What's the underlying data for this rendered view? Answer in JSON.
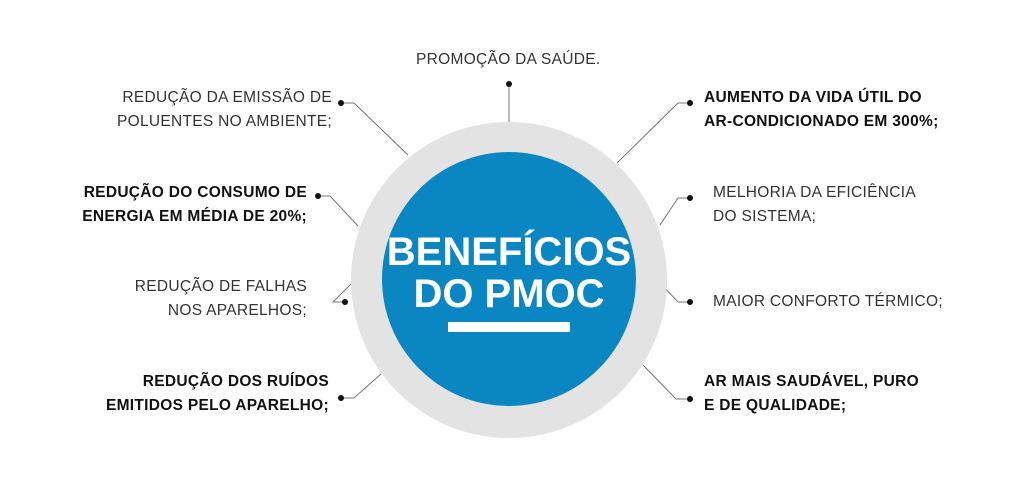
{
  "center": {
    "line1": "BENEFÍCIOS",
    "line2": "DO PMOC"
  },
  "top": {
    "text": "PROMOÇÃO DA SAÚDE."
  },
  "left": [
    {
      "line1": "REDUÇÃO DA EMISSÃO DE",
      "line2": "POLUENTES NO AMBIENTE;"
    },
    {
      "line1": "REDUÇÃO DO CONSUMO DE",
      "line2": "ENERGIA EM MÉDIA DE 20%;"
    },
    {
      "line1": "REDUÇÃO DE FALHAS",
      "line2": "NOS APARELHOS;"
    },
    {
      "line1": "REDUÇÃO DOS RUÍDOS",
      "line2": "EMITIDOS PELO APARELHO;"
    }
  ],
  "right": [
    {
      "line1": "AUMENTO DA VIDA ÚTIL DO",
      "line2": "AR-CONDICIONADO EM 300%;"
    },
    {
      "line1": "MELHORIA DA EFICIÊNCIA",
      "line2": "DO SISTEMA;"
    },
    {
      "line1": "MAIOR CONFORTO TÉRMICO;"
    },
    {
      "line1": "AR MAIS SAUDÁVEL, PURO",
      "line2": "E DE QUALIDADE;"
    }
  ],
  "colors": {
    "accent": "#0a87c2",
    "ring": "#e3e3e3"
  }
}
